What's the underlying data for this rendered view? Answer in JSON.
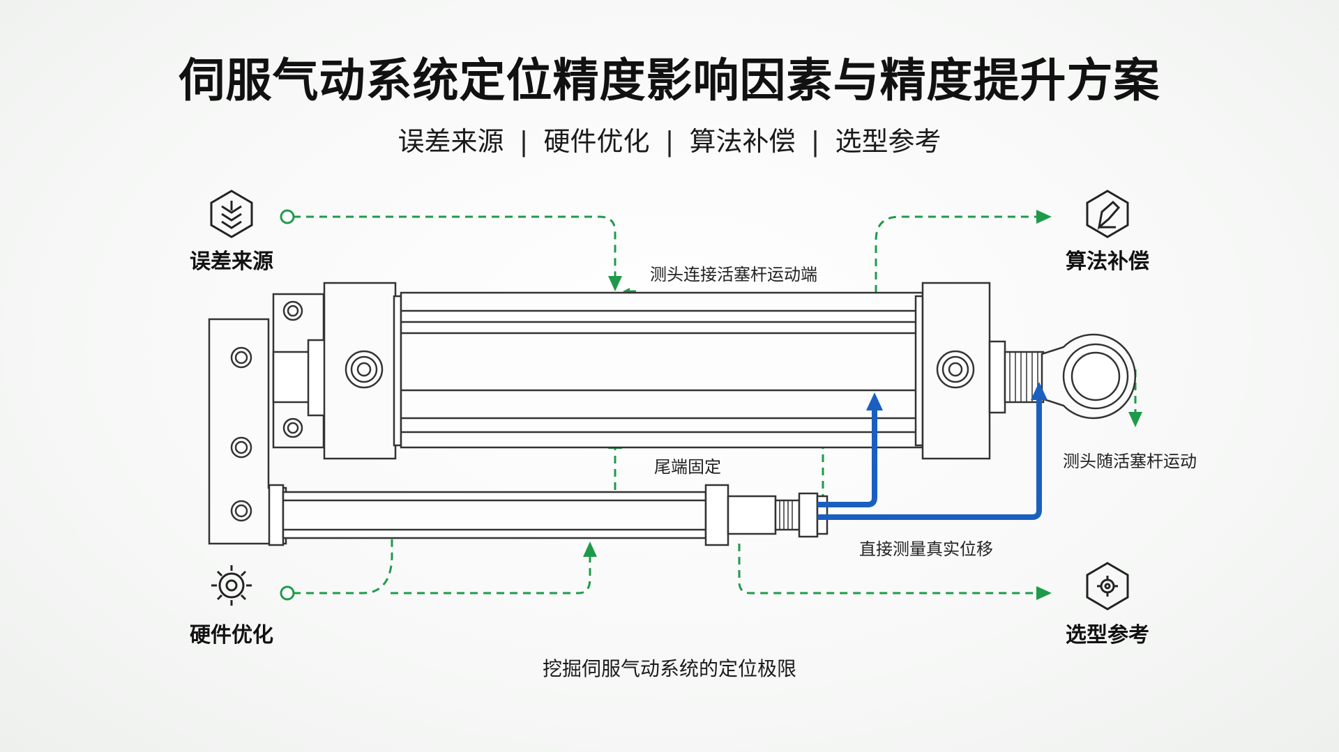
{
  "title": "伺服气动系统定位精度影响因素与精度提升方案",
  "subtitle": {
    "items": [
      "误差来源",
      "硬件优化",
      "算法补偿",
      "选型参考"
    ],
    "separator": "|"
  },
  "corners": {
    "top_left": {
      "label": "误差来源",
      "icon": "layers-down-icon"
    },
    "top_right": {
      "label": "算法补偿",
      "icon": "pen-tool-icon"
    },
    "bottom_left": {
      "label": "硬件优化",
      "icon": "gear-icon"
    },
    "bottom_right": {
      "label": "选型参考",
      "icon": "settings-hexagon-icon"
    }
  },
  "annotations": {
    "probe_connect": "测头连接活塞杆运动端",
    "tail_fixed": "尾端固定",
    "probe_follow": "测头随活塞杆运动",
    "direct_measure": "直接测量真实位移"
  },
  "caption": "挖掘伺服气动系统的定位极限",
  "colors": {
    "accent_green": "#1e9a4a",
    "accent_blue": "#1a5fc0",
    "line_dark": "#333333"
  }
}
